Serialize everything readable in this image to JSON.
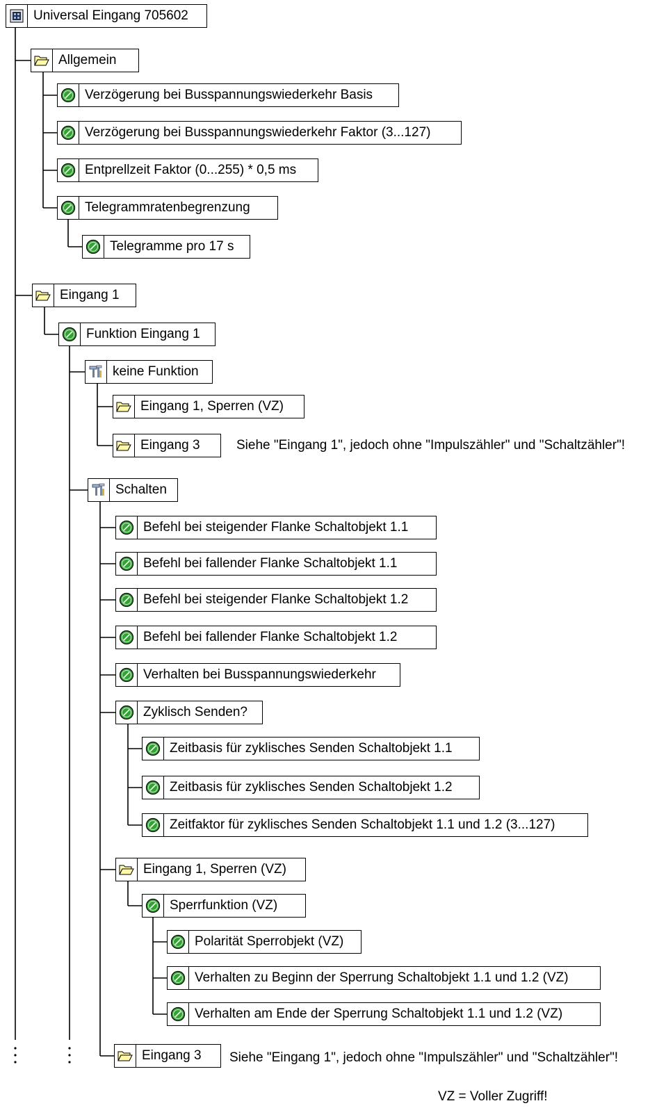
{
  "root": {
    "label": "Universal Eingang 705602",
    "icon": "device-icon"
  },
  "allgemein": {
    "label": "Allgemein",
    "icon": "folder-icon",
    "params": [
      "Verzögerung bei Busspannungswiederkehr Basis",
      "Verzögerung bei Busspannungswiederkehr Faktor (3...127)",
      "Entprellzeit Faktor (0...255) * 0,5 ms",
      "Telegrammratenbegrenzung"
    ],
    "sub_param": "Telegramme pro 17 s"
  },
  "eingang1": {
    "label": "Eingang 1",
    "icon": "folder-icon",
    "funktion": "Funktion Eingang 1",
    "keine_funktion": {
      "label": "keine Funktion",
      "icon": "tools-icon",
      "sperren": "Eingang 1, Sperren (VZ)",
      "eingang3": "Eingang 3",
      "note": "Siehe \"Eingang 1\", jedoch ohne \"Impulszähler\" und \"Schaltzähler\"!"
    },
    "schalten": {
      "label": "Schalten",
      "icon": "tools-icon",
      "params": [
        "Befehl bei steigender Flanke Schaltobjekt 1.1",
        "Befehl bei fallender Flanke Schaltobjekt 1.1",
        "Befehl bei steigender Flanke Schaltobjekt 1.2",
        "Befehl bei fallender Flanke Schaltobjekt 1.2",
        "Verhalten bei Busspannungswiederkehr",
        "Zyklisch Senden?"
      ],
      "zyklisch": [
        "Zeitbasis für zyklisches Senden Schaltobjekt 1.1",
        "Zeitbasis für zyklisches Senden Schaltobjekt 1.2",
        "Zeitfaktor für zyklisches Senden Schaltobjekt 1.1 und 1.2 (3...127)"
      ],
      "sperren": "Eingang 1, Sperren (VZ)",
      "sperrfunktion": "Sperrfunktion (VZ)",
      "sperr_params": [
        "Polarität Sperrobjekt (VZ)",
        "Verhalten zu Beginn der Sperrung Schaltobjekt 1.1 und 1.2 (VZ)",
        "Verhalten am Ende der Sperrung Schaltobjekt 1.1 und 1.2 (VZ)"
      ],
      "eingang3": "Eingang 3",
      "note": "Siehe \"Eingang 1\", jedoch ohne \"Impulszähler\" und \"Schaltzähler\"!"
    }
  },
  "footnote": "VZ = Voller Zugriff!",
  "colors": {
    "folder": "#fff9a8",
    "parameter": "#35a035",
    "line": "#000000"
  }
}
